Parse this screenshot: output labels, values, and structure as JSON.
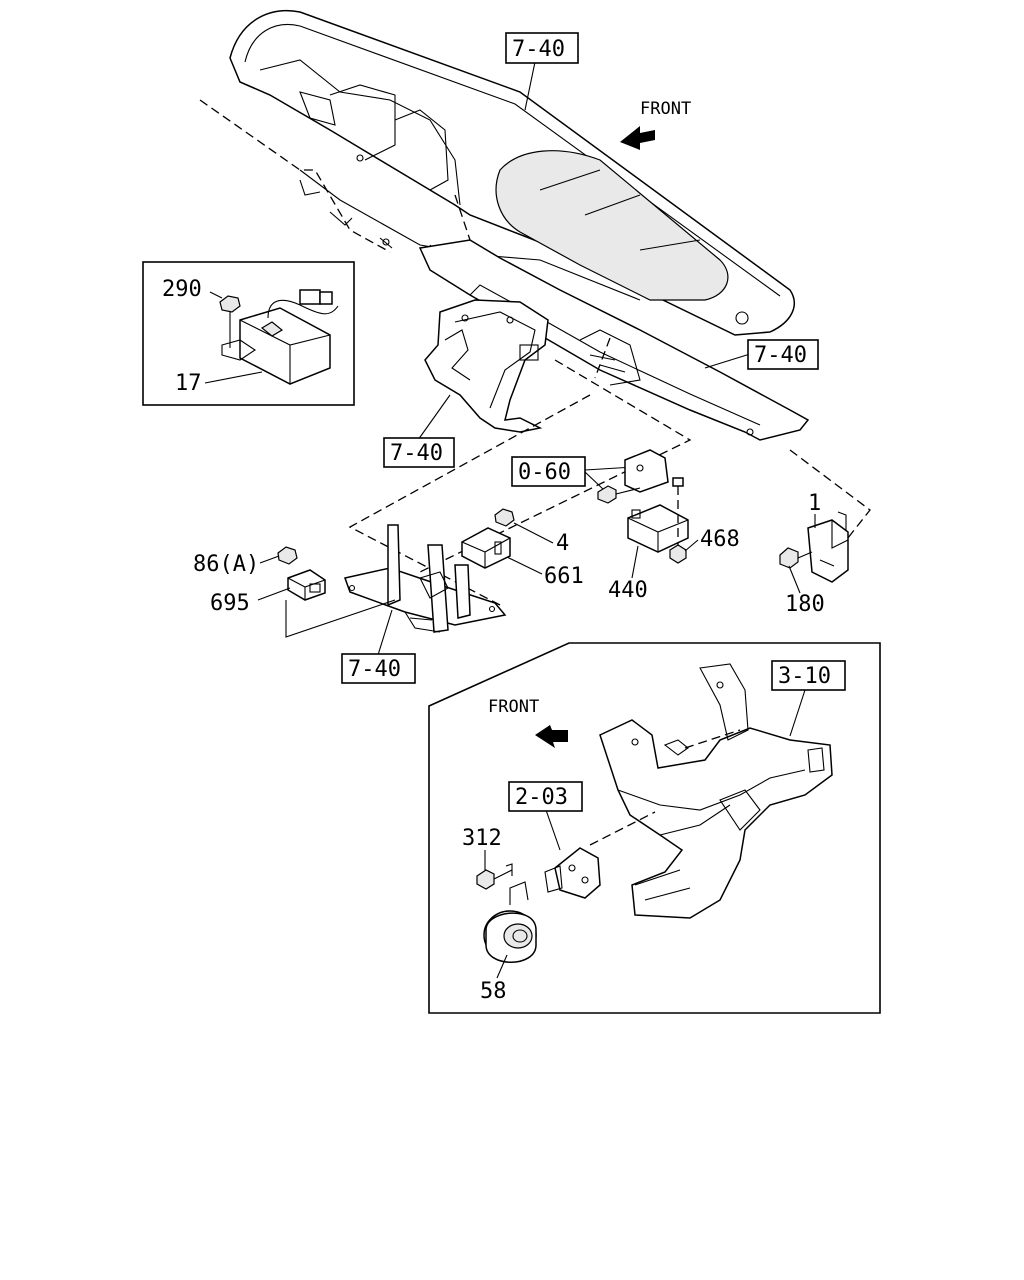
{
  "callouts": {
    "c_290": "290",
    "c_17": "17",
    "c_1": "1",
    "c_180": "180",
    "c_4": "4",
    "c_661": "661",
    "c_440": "440",
    "c_468": "468",
    "c_86a": "86(A)",
    "c_695": "695",
    "c_312": "312",
    "c_58": "58"
  },
  "references": {
    "r_740_top": "7-40",
    "r_740_right": "7-40",
    "r_740_mid": "7-40",
    "r_740_bottom": "7-40",
    "r_060": "0-60",
    "r_310": "3-10",
    "r_203": "2-03"
  },
  "arrows": {
    "front_top": "FRONT",
    "front_inset": "FRONT"
  }
}
